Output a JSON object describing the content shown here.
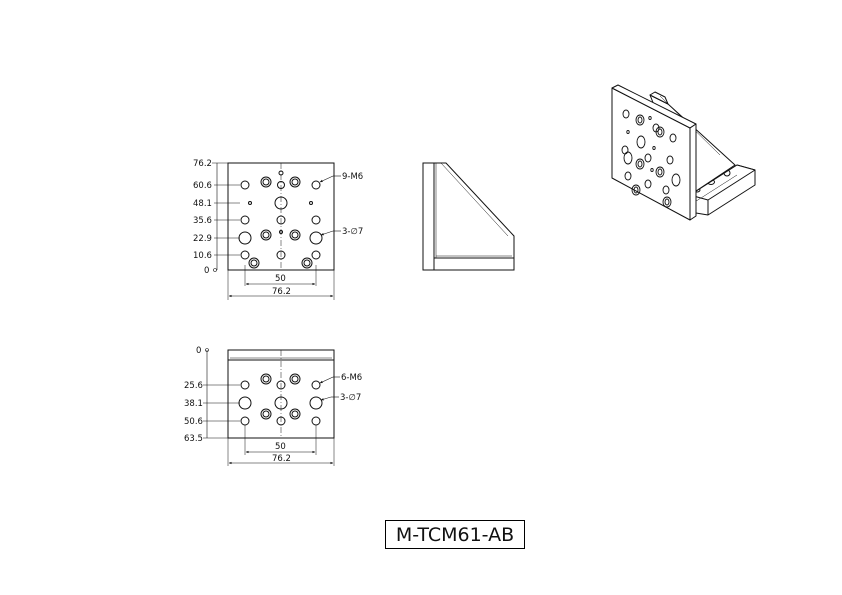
{
  "part_number": "M-TCM61-AB",
  "top_view": {
    "vertical_dims": [
      "76.2",
      "60.6",
      "48.1",
      "35.6",
      "22.9",
      "10.6",
      "0"
    ],
    "horizontal_dims": [
      "50",
      "76.2"
    ],
    "callout_threaded": "9-M6",
    "callout_through": "3-∅7"
  },
  "front_view": {
    "vertical_dims": [
      "0",
      "25.6",
      "38.1",
      "50.6",
      "63.5"
    ],
    "horizontal_dims": [
      "50",
      "76.2"
    ],
    "callout_threaded": "6-M6",
    "callout_through": "3-∅7"
  }
}
